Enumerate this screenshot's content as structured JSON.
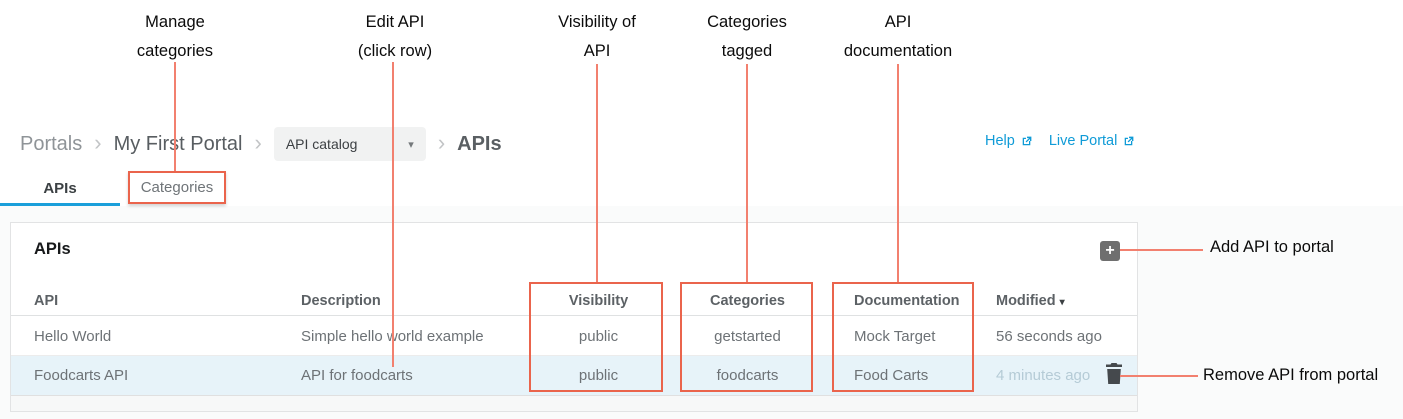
{
  "colors": {
    "annotation_red": "#ea644c",
    "annotation_line": "#f2806f",
    "link_blue": "#0f9bd7",
    "tab_underline_blue": "#1a9fda",
    "row_highlight": "#e7f3f9"
  },
  "glyphs": {
    "chevron": "›",
    "dropdown_caret": "▾",
    "sort_desc": "▾",
    "plus": "+"
  },
  "callouts": {
    "top": [
      {
        "line1": "Manage",
        "line2": "categories"
      },
      {
        "line1": "Edit API",
        "line2": "(click row)"
      },
      {
        "line1": "Visibility of",
        "line2": "API"
      },
      {
        "line1": "Categories",
        "line2": "tagged"
      },
      {
        "line1": "API",
        "line2": "documentation"
      }
    ],
    "add_api": "Add API to portal",
    "remove_api": "Remove API from portal"
  },
  "breadcrumb": {
    "root": "Portals",
    "portal": "My First Portal",
    "catalog_dropdown": "API catalog",
    "current": "APIs"
  },
  "header_links": {
    "help": "Help",
    "live_portal": "Live Portal"
  },
  "tabs": {
    "apis": "APIs",
    "categories": "Categories"
  },
  "panel": {
    "title": "APIs",
    "table": {
      "headers": {
        "api": "API",
        "description": "Description",
        "visibility": "Visibility",
        "categories": "Categories",
        "documentation": "Documentation",
        "modified": "Modified"
      },
      "rows": [
        {
          "api": "Hello World",
          "description": "Simple hello world example",
          "visibility": "public",
          "categories": "getstarted",
          "documentation": "Mock Target",
          "modified": "56 seconds ago"
        },
        {
          "api": "Foodcarts API",
          "description": "API for foodcarts",
          "visibility": "public",
          "categories": "foodcarts",
          "documentation": "Food Carts",
          "modified": "4 minutes ago"
        }
      ]
    }
  }
}
